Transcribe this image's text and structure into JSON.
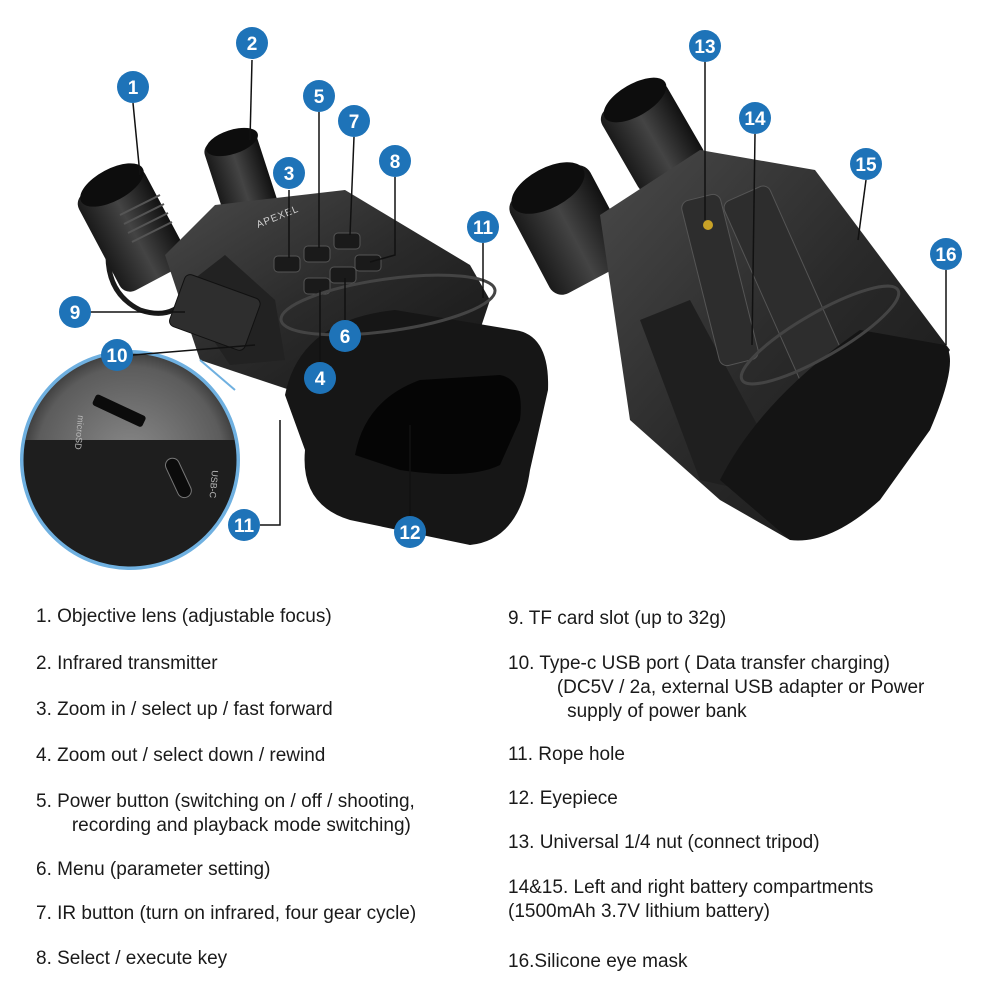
{
  "brand": "APEXEL",
  "port_labels": [
    "microSD",
    "USB-C"
  ],
  "colors": {
    "callout": "#1e73b8",
    "body": "#2b2b2b",
    "accent": "#111111"
  },
  "callouts": [
    "1",
    "2",
    "3",
    "4",
    "5",
    "6",
    "7",
    "8",
    "9",
    "10",
    "11",
    "11",
    "12",
    "13",
    "14",
    "15",
    "16"
  ],
  "legend": {
    "left": [
      {
        "lines": [
          "1. Objective lens (adjustable focus)"
        ]
      },
      {
        "lines": [
          "2. Infrared transmitter"
        ]
      },
      {
        "lines": [
          "3. Zoom in / select up / fast forward"
        ]
      },
      {
        "lines": [
          "4. Zoom out / select down / rewind"
        ]
      },
      {
        "lines": [
          "5. Power button (switching on / off / shooting,",
          "   recording and playback mode switching)"
        ]
      },
      {
        "lines": [
          "6. Menu (parameter setting)"
        ]
      },
      {
        "lines": [
          "7. IR button (turn on infrared, four gear cycle)"
        ]
      },
      {
        "lines": [
          "8. Select / execute key"
        ]
      }
    ],
    "right": [
      {
        "lines": [
          "9. TF card slot (up to 32g)"
        ]
      },
      {
        "lines": [
          "10. Type-c USB port ( Data transfer charging)",
          "   (DC5V / 2a, external USB adapter or Power",
          "    supply of power bank"
        ]
      },
      {
        "lines": [
          "11. Rope hole"
        ]
      },
      {
        "lines": [
          "12. Eyepiece"
        ]
      },
      {
        "lines": [
          "13. Universal 1/4 nut (connect tripod)"
        ]
      },
      {
        "lines": [
          "14&15. Left and right battery compartments",
          "(1500mAh 3.7V lithium battery)"
        ]
      },
      {
        "lines": [
          "16.Silicone eye mask"
        ]
      }
    ]
  }
}
